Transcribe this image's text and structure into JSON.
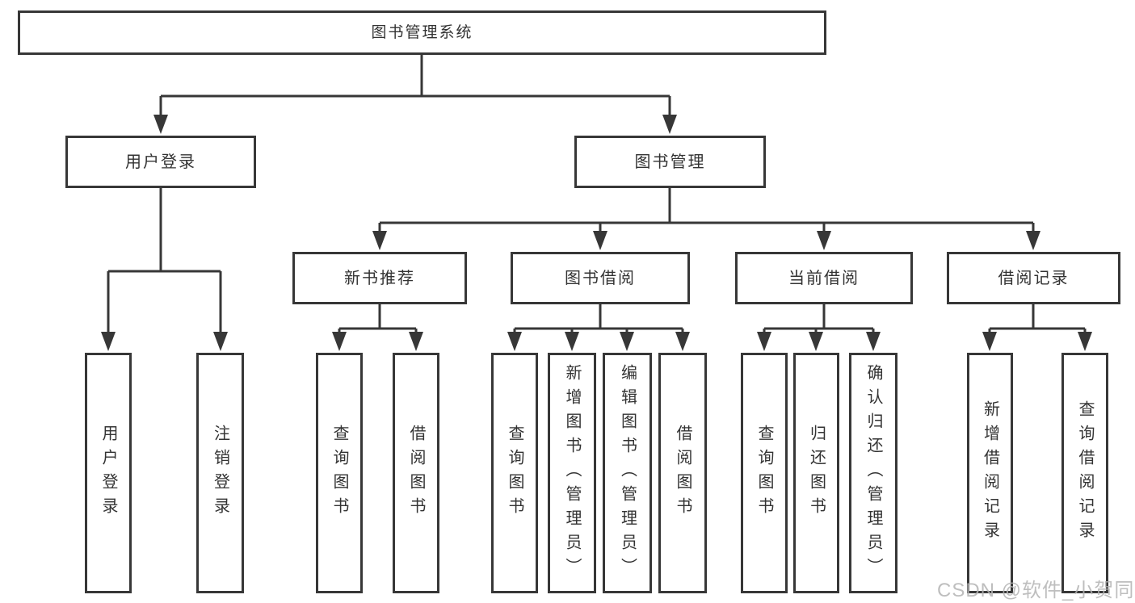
{
  "diagram": {
    "title": "图书管理系统",
    "watermark": "CSDN @软件_小贺同学",
    "colors": {
      "line": "#373737",
      "text": "#333333",
      "background": "#ffffff",
      "watermark": "#b3b3b3"
    },
    "branches": {
      "user_login": {
        "label": "用户登录",
        "children": [
          "用户登录",
          "注销登录"
        ]
      },
      "book_management": {
        "label": "图书管理",
        "sections": [
          {
            "label": "新书推荐",
            "children": [
              "查询图书",
              "借阅图书"
            ]
          },
          {
            "label": "图书借阅",
            "children": [
              "查询图书",
              "新增图书（管理员）",
              "编辑图书（管理员）",
              "借阅图书"
            ]
          },
          {
            "label": "当前借阅",
            "children": [
              "查询图书",
              "归还图书",
              "确认归还（管理员）"
            ]
          },
          {
            "label": "借阅记录",
            "children": [
              "新增借阅记录",
              "查询借阅记录"
            ]
          }
        ]
      }
    }
  }
}
